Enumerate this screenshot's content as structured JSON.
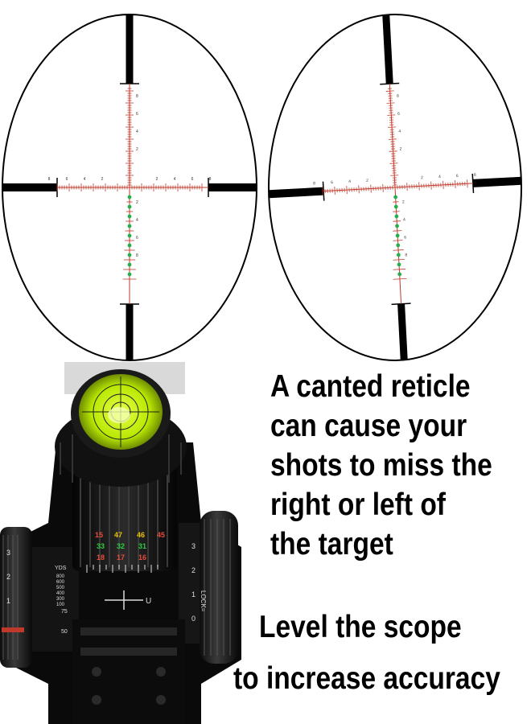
{
  "reticles": {
    "ring_color": "#000000",
    "hash_color": "#c0392b",
    "dot_color": "#22b14c",
    "ticks": [
      "8",
      "6",
      "4",
      "2"
    ],
    "canted": {
      "tilt_deg": 3
    }
  },
  "scope_photo": {
    "bubble_color": "#c8f000",
    "turret_row1": [
      "15",
      "47",
      "46",
      "45"
    ],
    "turret_row2": [
      "33",
      "32",
      "31"
    ],
    "turret_row3": [
      "18",
      "17",
      "16"
    ],
    "units_label": "YDS",
    "yard_marks": [
      "800",
      "600",
      "500",
      "400",
      "300",
      "100"
    ],
    "side_marks": [
      "75",
      "50"
    ],
    "lock_label": "LOCK=",
    "arrow_label": "U",
    "parallax_marks": [
      "3",
      "2",
      "1",
      "0"
    ]
  },
  "caption": {
    "line1": "A canted reticle",
    "line2": "can cause your",
    "line3": "shots to miss the",
    "line4": "right or left of",
    "line5": "the target",
    "level": "Level the scope",
    "accuracy": "to increase accuracy"
  }
}
